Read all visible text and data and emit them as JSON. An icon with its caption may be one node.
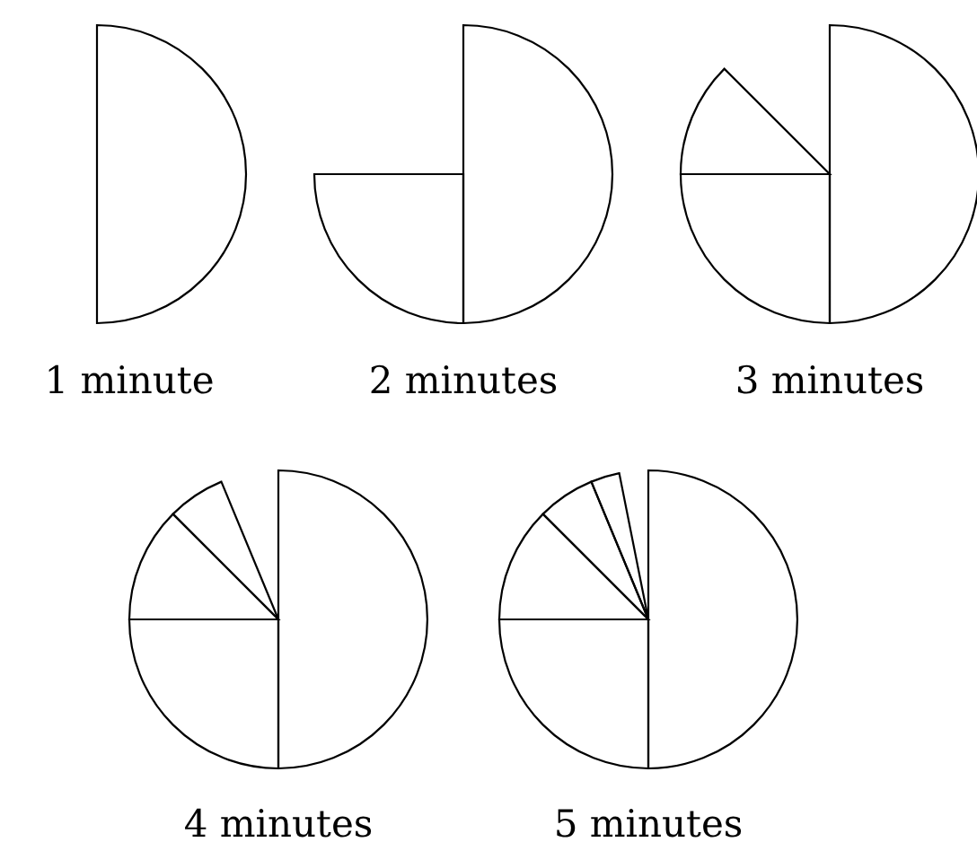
{
  "diagram": {
    "labels": [
      "1 minute",
      "2 minutes",
      "3 minutes",
      "4 minutes",
      "5 minutes"
    ]
  }
}
